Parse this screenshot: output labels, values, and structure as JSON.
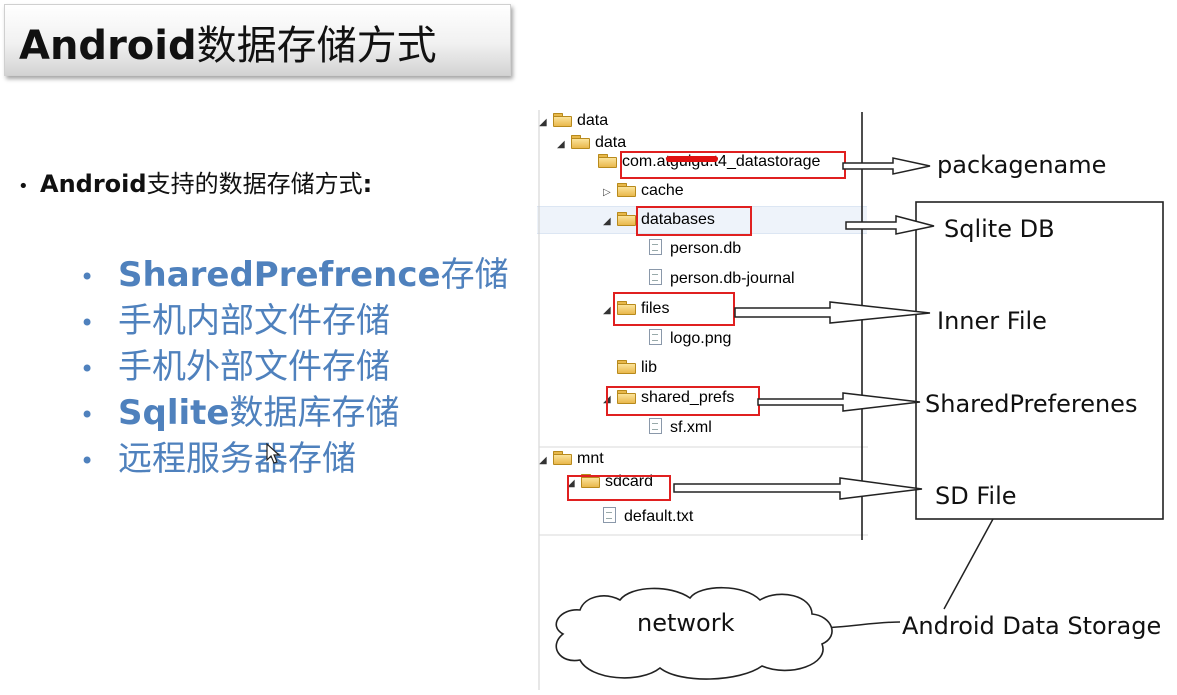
{
  "title": {
    "latin": "Android",
    "cjk": "数据存储方式"
  },
  "main_bullet": {
    "latin": "Android",
    "cjk": "支持的数据存储方式",
    "colon": ":"
  },
  "methods": [
    {
      "en": "SharedPrefrence",
      "cjk": "存储"
    },
    {
      "en": "",
      "cjk": "手机内部文件存储"
    },
    {
      "en": "",
      "cjk": "手机外部文件存储"
    },
    {
      "en": "Sqlite",
      "cjk": "数据库存储"
    },
    {
      "en": "",
      "cjk": "远程服务器存储"
    }
  ],
  "tree": {
    "data_root": "data",
    "data_child": "data",
    "package": "com.atguigu.t4_datastorage",
    "cache": "cache",
    "databases": "databases",
    "person_db": "person.db",
    "person_journal": "person.db-journal",
    "files": "files",
    "logo": "logo.png",
    "lib": "lib",
    "shared_prefs": "shared_prefs",
    "sf_xml": "sf.xml",
    "mnt": "mnt",
    "sdcard": "sdcard",
    "default_txt": "default.txt"
  },
  "labels": {
    "packagename": "packagename",
    "sqlite_db": "Sqlite DB",
    "inner_file": "Inner File",
    "shared_prefs": "SharedPreferenes",
    "sd_file": "SD File",
    "network": "network",
    "android_storage": "Android Data Storage"
  },
  "colors": {
    "accent_blue": "#4f81bd",
    "highlight_red": "#e02020",
    "folder_yellow": "#e9b84c"
  }
}
